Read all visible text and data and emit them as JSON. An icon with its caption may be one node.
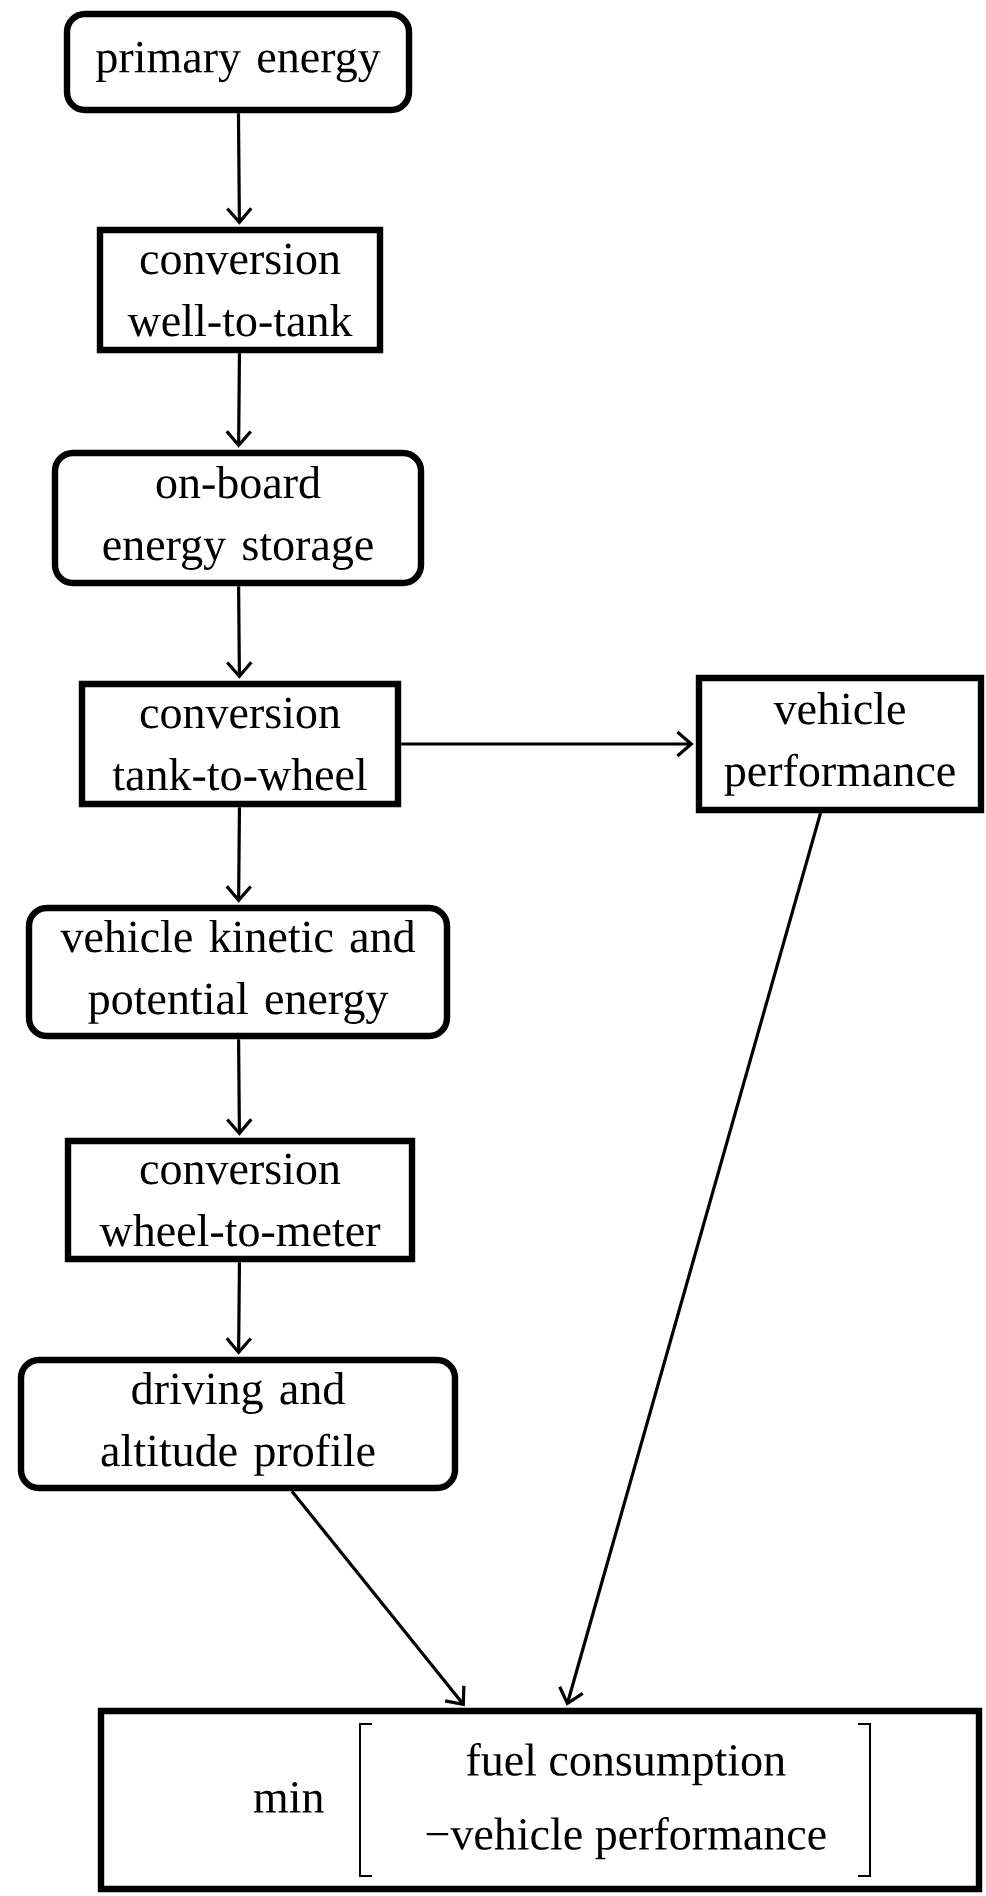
{
  "diagram": {
    "nodes": [
      {
        "text": [
          "primary energy"
        ]
      },
      {
        "text": [
          "conversion well-to-tank"
        ]
      },
      {
        "text": [
          "on-board energy storage"
        ]
      },
      {
        "text": [
          "conversion tank-to-wheel"
        ]
      },
      {
        "text": [
          "vehicle performance"
        ]
      },
      {
        "text": [
          "vehicle kinetic and potential energy"
        ]
      },
      {
        "text": [
          "conversion wheel-to-meter"
        ]
      },
      {
        "text": [
          "driving and altitude profile"
        ]
      },
      {
        "text": [
          "min",
          "fuel consumption",
          "−vehicle performance"
        ]
      }
    ],
    "edges": [
      {
        "from": 0,
        "to": 1,
        "arrow": "to"
      },
      {
        "from": 1,
        "to": 2,
        "arrow": "to"
      },
      {
        "from": 2,
        "to": 3,
        "arrow": "to"
      },
      {
        "from": 3,
        "to": 4,
        "arrow": "to"
      },
      {
        "from": 3,
        "to": 5,
        "arrow": "to"
      },
      {
        "from": 5,
        "to": 6,
        "arrow": "to"
      },
      {
        "from": 6,
        "to": 7,
        "arrow": "to"
      },
      {
        "from": 7,
        "to": 8,
        "arrow": "to"
      },
      {
        "from": 4,
        "to": 8,
        "arrow": "to"
      }
    ]
  }
}
